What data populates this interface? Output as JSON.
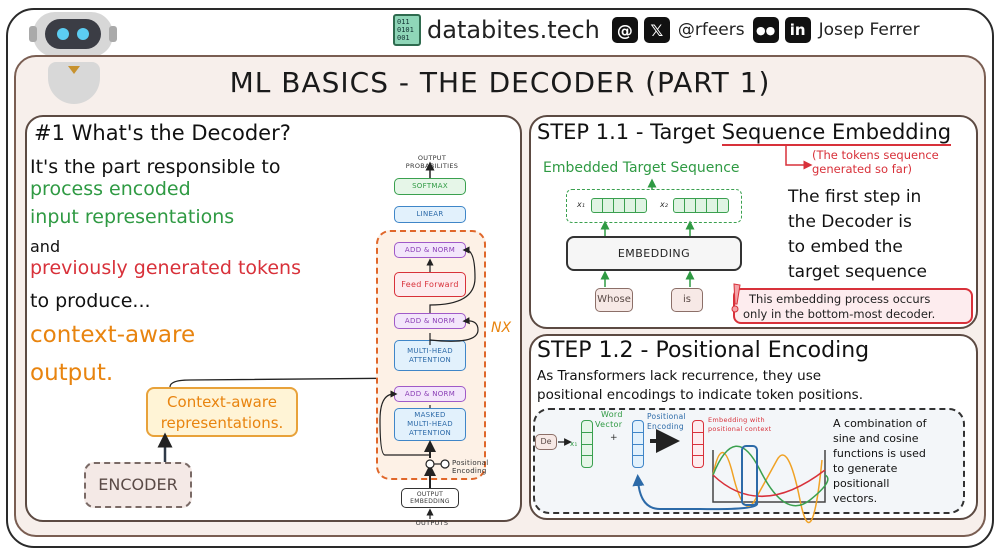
{
  "header": {
    "brand_doc_text": [
      "011",
      "0101",
      "001"
    ],
    "brand_name": "databites.tech",
    "social_icons": [
      "threads-icon",
      "x-icon"
    ],
    "handle": "@rfeers",
    "social_icons_2": [
      "medium-icon",
      "linkedin-icon"
    ],
    "author": "Josep Ferrer",
    "title": "ML BASICS - THE DECODER (PART 1)"
  },
  "left_panel": {
    "heading": "#1 What's the Decoder?",
    "line1": "It's the part responsible to",
    "line2": "process encoded",
    "line3": "input representations",
    "line4": "and",
    "line5": "previously generated tokens",
    "line6": "to produce...",
    "line7": "context-aware",
    "line8": "output.",
    "context_box": [
      "Context-aware",
      "representations."
    ],
    "encoder_label": "ENCODER",
    "diagram": {
      "output_probabilities": [
        "OUTPUT",
        "PROBABILITIES"
      ],
      "softmax": "SOFTMAX",
      "linear": "LINEAR",
      "add_norm_top": "ADD & NORM",
      "feed_forward": "Feed Forward",
      "add_norm_mid": "ADD & NORM",
      "multi_head": [
        "MULTI-HEAD",
        "ATTENTION"
      ],
      "add_norm_bottom": "ADD & NORM",
      "masked_multi_head": [
        "MASKED",
        "MULTI-HEAD",
        "ATTENTION"
      ],
      "positional_encoding": [
        "Positional",
        "Encoding"
      ],
      "output_embedding": [
        "OUTPUT",
        "EMBEDDING"
      ],
      "outputs": "OUTPUTS",
      "nx": "NX"
    }
  },
  "step11": {
    "title_prefix": "STEP 1.1 - Target ",
    "title_underlined": "Sequence Embedding",
    "annotation": [
      "(The tokens sequence",
      "generated so far)"
    ],
    "embedded_label": "Embedded Target Sequence",
    "x1": "x₁",
    "x2": "x₂",
    "embedding_label": "EMBEDDING",
    "tokens": [
      "Whose",
      "is"
    ],
    "description": [
      "The first step in",
      "the Decoder is",
      "to embed the",
      "target sequence"
    ],
    "warning": [
      "This embedding process occurs",
      "only in the bottom-most decoder."
    ]
  },
  "step12": {
    "title": "STEP 1.2 - Positional Encoding",
    "description": [
      "As Transformers lack recurrence, they use",
      "positional encodings to indicate token positions."
    ],
    "token": "De",
    "x1": "x₁",
    "word_vector": [
      "Word",
      "Vector"
    ],
    "plus": "+",
    "positional_encoding": [
      "Positional",
      "Encoding"
    ],
    "embedding_with_context": [
      "Embedding with",
      "positional context"
    ],
    "side_note": [
      "A combination of",
      "sine and cosine",
      "functions is used",
      "to generate",
      "positionall",
      "vectors."
    ]
  },
  "colors": {
    "green": "#2f9a43",
    "red": "#d8313a",
    "orange": "#e8840f",
    "blue": "#2c6aa8",
    "purple": "#8a3db5",
    "panel_bg": "#f7efeb"
  }
}
